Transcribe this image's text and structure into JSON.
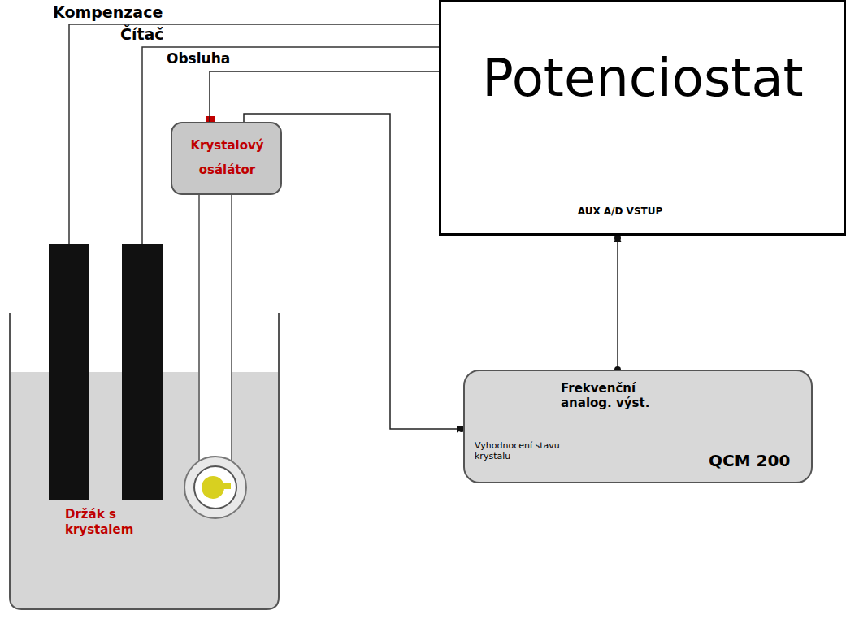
{
  "diagram": {
    "nodes": [
      {
        "text": [
          "Potenciostat",
          "AUX A/D VSTUP"
        ]
      },
      {
        "text": [
          "Krystalový osálátor"
        ]
      },
      {
        "text": [
          "Frekvenční analog. výst.",
          "Vyhodnocení stavu krystalu",
          "QCM 200"
        ]
      }
    ],
    "edges": [
      {
        "from": 1,
        "to": 0,
        "arrow": "none",
        "label": "Obsluha"
      },
      {
        "from": 1,
        "to": 2,
        "arrow": "to"
      },
      {
        "from": 2,
        "to": 0,
        "arrow": "to"
      }
    ],
    "labels": [
      "Kompenzace",
      "Čítač",
      "Držák s krystalem"
    ]
  }
}
